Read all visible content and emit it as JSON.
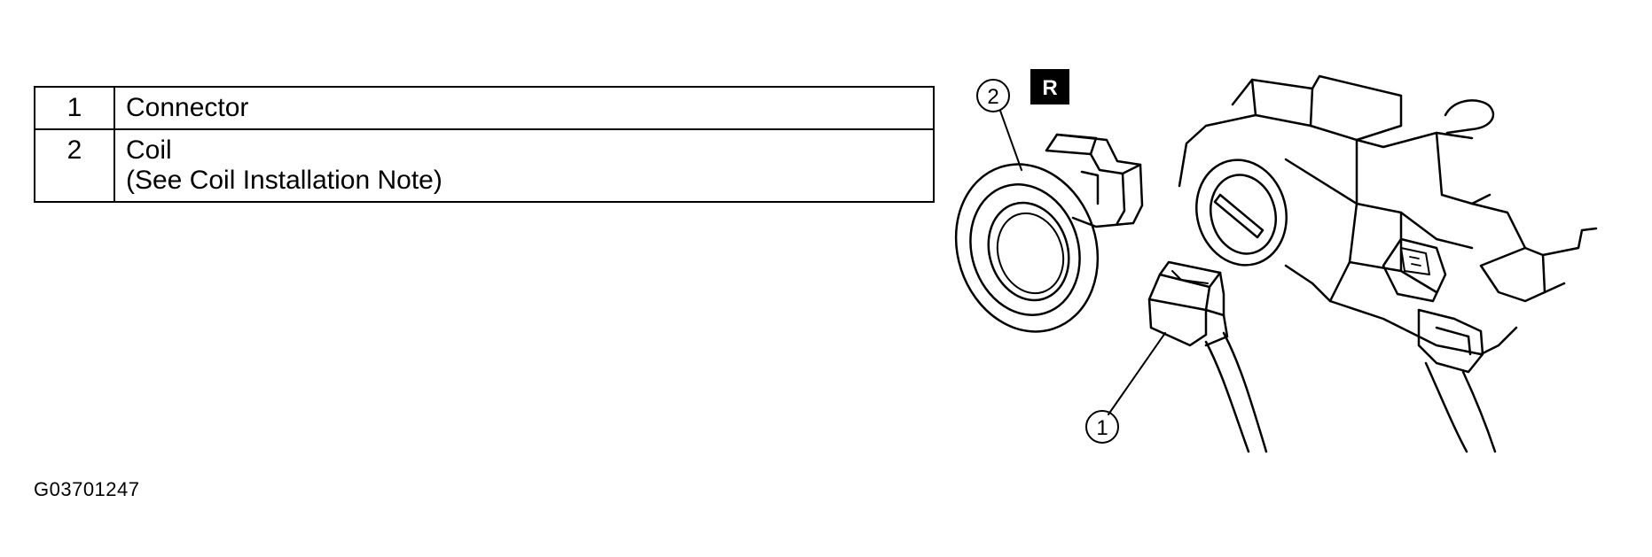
{
  "legend": {
    "rows": [
      {
        "num": "1",
        "lines": [
          "Connector"
        ]
      },
      {
        "num": "2",
        "lines": [
          "Coil",
          "(See Coil Installation Note)"
        ]
      }
    ]
  },
  "figure": {
    "id": "G03701247",
    "orientation_badge": "R",
    "callouts": {
      "connector": "1",
      "coil": "2"
    }
  },
  "colors": {
    "line": "#000000",
    "background": "#ffffff"
  }
}
